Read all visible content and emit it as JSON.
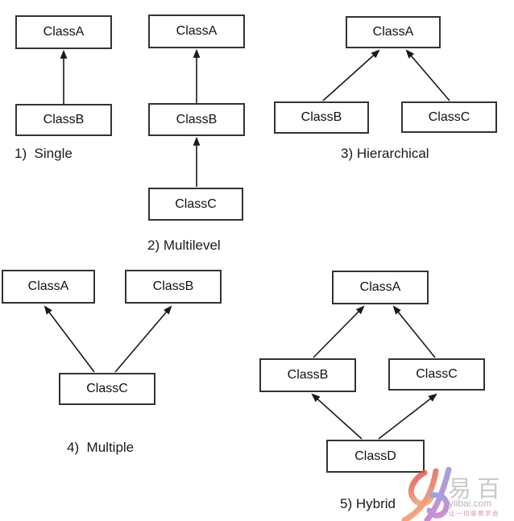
{
  "diagrams": [
    {
      "caption": "1)  Single",
      "boxes": [
        "ClassA",
        "ClassB"
      ]
    },
    {
      "caption": "2) Multilevel",
      "boxes": [
        "ClassA",
        "ClassB",
        "ClassC"
      ]
    },
    {
      "caption": "3) Hierarchical",
      "boxes": [
        "ClassA",
        "ClassB",
        "ClassC"
      ]
    },
    {
      "caption": "4)  Multiple",
      "boxes": [
        "ClassA",
        "ClassB",
        "ClassC"
      ]
    },
    {
      "caption": "5) Hybrid",
      "boxes": [
        "ClassA",
        "ClassB",
        "ClassC",
        "ClassD"
      ]
    }
  ],
  "relationships": [
    {
      "diagram": "Single",
      "from": "ClassB",
      "to": "ClassA"
    },
    {
      "diagram": "Multilevel",
      "from": "ClassB",
      "to": "ClassA"
    },
    {
      "diagram": "Multilevel",
      "from": "ClassC",
      "to": "ClassB"
    },
    {
      "diagram": "Hierarchical",
      "from": "ClassB",
      "to": "ClassA"
    },
    {
      "diagram": "Hierarchical",
      "from": "ClassC",
      "to": "ClassA"
    },
    {
      "diagram": "Multiple",
      "from": "ClassC",
      "to": "ClassA"
    },
    {
      "diagram": "Multiple",
      "from": "ClassC",
      "to": "ClassB"
    },
    {
      "diagram": "Hybrid",
      "from": "ClassB",
      "to": "ClassA"
    },
    {
      "diagram": "Hybrid",
      "from": "ClassC",
      "to": "ClassA"
    },
    {
      "diagram": "Hybrid",
      "from": "ClassD",
      "to": "ClassB"
    },
    {
      "diagram": "Hybrid",
      "from": "ClassD",
      "to": "ClassC"
    }
  ],
  "watermark": {
    "brand": "易百",
    "site": "yiibai.com",
    "slogan": "让一切容易学会",
    "logo_color_y": "#e0484a",
    "logo_color_b": "#7b9be8"
  },
  "colors": {
    "box_border": "#333333",
    "arrow": "#1a1a1a",
    "text": "#111111",
    "watermark_gray": "#c9c9c9",
    "watermark_slogan": "#dd8f8f"
  }
}
